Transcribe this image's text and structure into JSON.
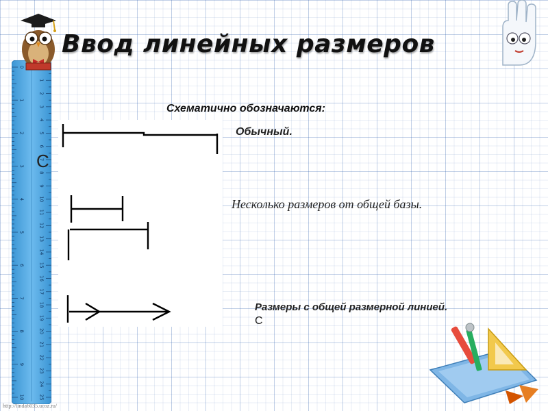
{
  "slide": {
    "title": "Ввод линейных размеров",
    "subtitle": "Схематично обозначаются:",
    "left_letter": "С",
    "labels": {
      "plain": "Обычный.",
      "common_base": "Несколько размеров от общей базы.",
      "common_line": "Размеры с общей размерной линией.",
      "common_line_suffix": "С"
    },
    "footer_url": "http://linda6035.ucoz.ru/"
  },
  "ruler": {
    "inch_labels": [
      "0",
      "1",
      "2",
      "3",
      "4",
      "5",
      "6",
      "7",
      "8",
      "9",
      "10"
    ],
    "cm_labels": [
      "0",
      "1",
      "2",
      "3",
      "4",
      "5",
      "6",
      "7",
      "8",
      "9",
      "10",
      "11",
      "12",
      "13",
      "14",
      "15",
      "16",
      "17",
      "18",
      "19",
      "20",
      "21",
      "22",
      "23",
      "24",
      "25"
    ]
  },
  "colors": {
    "ruler_blue": "#4aa3df",
    "grid_line": "#2e6bb0",
    "title_text": "#111111",
    "diagram_stroke": "#000000"
  },
  "icons": {
    "mascot": "owl-graduate-icon",
    "corner": "raised-hand-icon",
    "decor": "drawing-tools-icon"
  }
}
